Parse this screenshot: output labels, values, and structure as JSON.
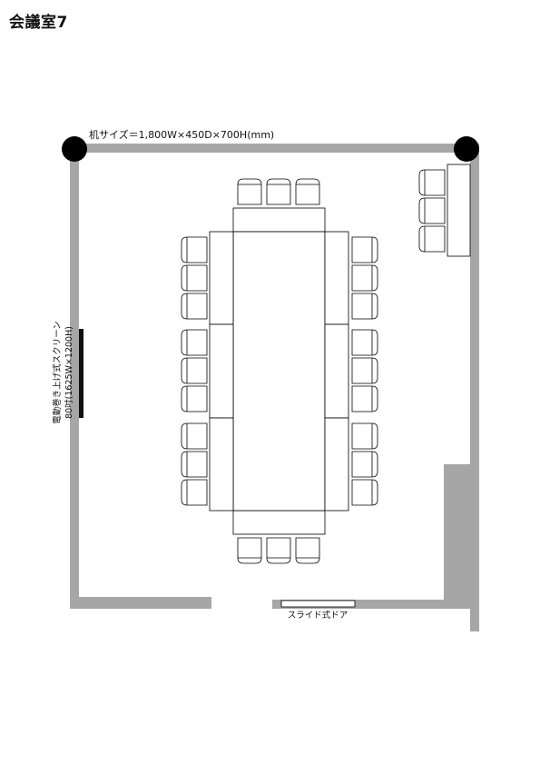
{
  "room_title": "会議室7",
  "desk_spec": "机サイズ＝1,800W×450D×700H(mm)",
  "screen": {
    "line1": "電動巻き上げ式スクリーン",
    "line2": "80吋(1625W×1200H)"
  },
  "door_label": "スライド式ドア",
  "colors": {
    "wall": "#a6a6a6",
    "line": "#000000",
    "screen_bar": "#111111"
  }
}
